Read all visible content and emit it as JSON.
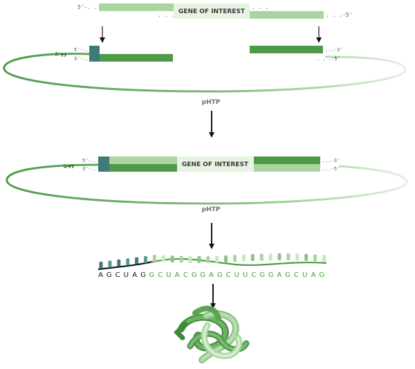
{
  "colors": {
    "light_green": "#a8d5a0",
    "pale_green": "#e7f4e4",
    "mid_green": "#5aa552",
    "dark_green": "#4f9a4a",
    "teal": "#3d7a78",
    "black": "#111111",
    "gray_text": "#6f6f6f",
    "rna_green": "#3f9c3a"
  },
  "step1": {
    "gene_label": "GENE OF INTEREST",
    "top_left_end": "5'-. . .",
    "top_mid_dots": ". . .",
    "top_bottom_dots": ". . .",
    "top_right_end": ". . .-5'",
    "vector_left_top": "5'-...",
    "vector_left_bottom": "3'-...",
    "vector_right_top": "...-3'",
    "vector_right_bottom": ". . .-5'",
    "promoter": "T7",
    "plasmid_name": "pHTP"
  },
  "step2": {
    "gene_label": "GENE OF INTEREST",
    "left_top": "5'-...",
    "left_bottom": "3'-...",
    "right_top": "...-3'",
    "right_bottom": "...-5'",
    "promoter": "T7",
    "plasmid_name": "pHTP"
  },
  "rna": {
    "leader": [
      "A",
      "G",
      "C",
      "U",
      "A",
      "G"
    ],
    "coding": [
      "G",
      "C",
      "U",
      "A",
      "C",
      "G",
      "G",
      "A",
      "G",
      "C",
      "U",
      "U",
      "C",
      "G",
      "G",
      "A",
      "G",
      "C",
      "U",
      "A",
      "G"
    ]
  },
  "protein": {
    "icon": "folded-protein-icon"
  }
}
